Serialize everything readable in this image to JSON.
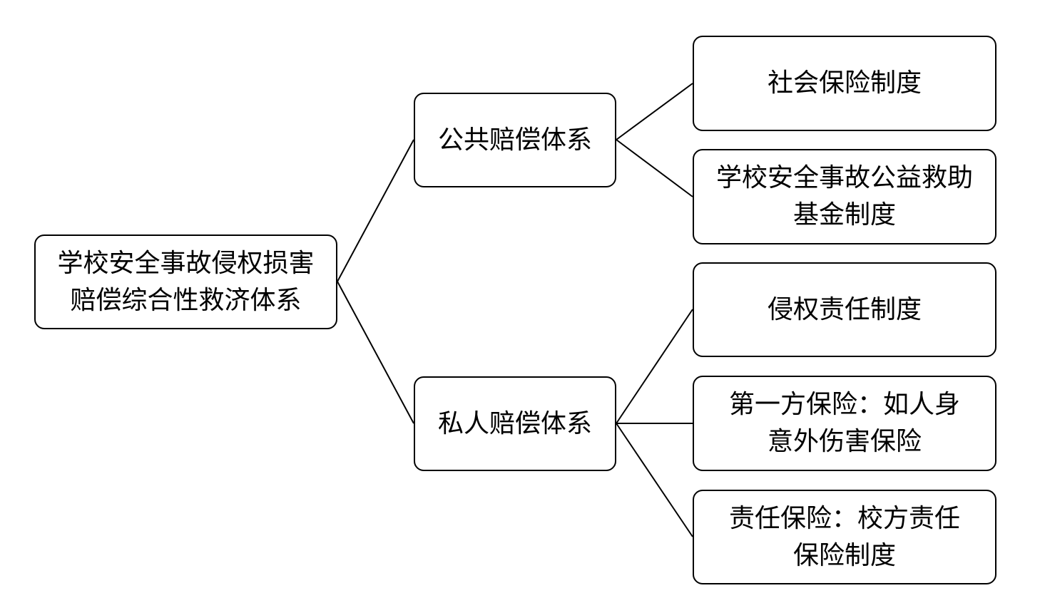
{
  "diagram": {
    "root": {
      "label": "学校安全事故侵权损害\n赔偿综合性救济体系"
    },
    "public_system": {
      "label": "公共赔偿体系"
    },
    "private_system": {
      "label": "私人赔偿体系"
    },
    "public_children": [
      {
        "label": "社会保险制度"
      },
      {
        "label": "学校安全事故公益救助\n基金制度"
      }
    ],
    "private_children": [
      {
        "label": "侵权责任制度"
      },
      {
        "label": "第一方保险：如人身\n意外伤害保险"
      },
      {
        "label": "责任保险：校方责任\n保险制度"
      }
    ],
    "colors": {
      "stroke": "#000000",
      "background": "#ffffff",
      "text": "#000000"
    }
  }
}
